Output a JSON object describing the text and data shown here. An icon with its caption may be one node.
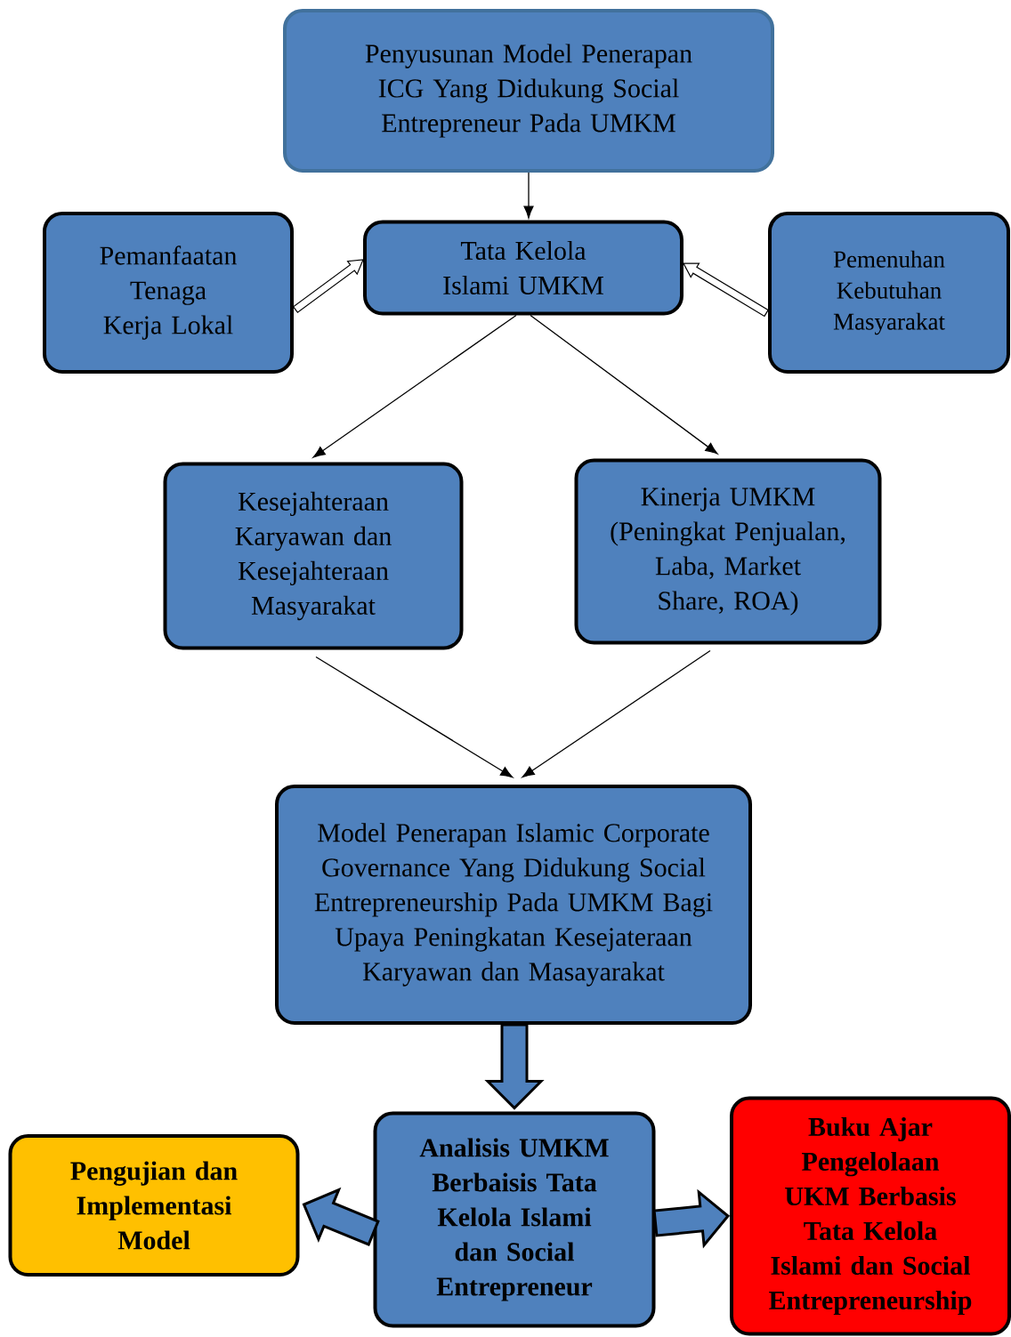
{
  "diagram": {
    "nodes": [
      {
        "text": [
          "Penyusunan Model Penerapan ICG Yang Didukung Social Entrepreneur Pada UMKM"
        ]
      },
      {
        "text": [
          "Pemanfaatan Tenaga Kerja Lokal"
        ]
      },
      {
        "text": [
          "Tata Kelola Islami UMKM"
        ]
      },
      {
        "text": [
          "Pemenuhan Kebutuhan Masyarakat"
        ]
      },
      {
        "text": [
          "Kesejahteraan Karyawan dan Kesejahteraan Masyarakat"
        ]
      },
      {
        "text": [
          "Kinerja UMKM (Peningkat Penjualan, Laba, Market Share, ROA)"
        ]
      },
      {
        "text": [
          "Model Penerapan Islamic Corporate Governance Yang Didukung Social Entrepreneurship Pada UMKM Bagi Upaya Peningkatan Kesejateraan Karyawan dan Masayarakat"
        ]
      },
      {
        "text": [
          "Pengujian dan Implementasi Model"
        ]
      },
      {
        "text": [
          "Analisis UMKM Berbaisis Tata Kelola Islami dan Social Entrepreneur"
        ]
      },
      {
        "text": [
          "Buku Ajar Pengelolaan UKM Berbasis Tata Kelola Islami dan Social Entrepreneurship"
        ]
      }
    ],
    "edges": [
      {
        "from": 0,
        "to": 2,
        "arrow": "to"
      },
      {
        "from": 1,
        "to": 2,
        "arrow": "to",
        "style": "thick"
      },
      {
        "from": 3,
        "to": 2,
        "arrow": "to",
        "style": "thick"
      },
      {
        "from": 2,
        "to": 4,
        "arrow": "to"
      },
      {
        "from": 2,
        "to": 5,
        "arrow": "to"
      },
      {
        "from": 4,
        "to": 6,
        "arrow": "to"
      },
      {
        "from": 5,
        "to": 6,
        "arrow": "to"
      },
      {
        "from": 6,
        "to": 8,
        "arrow": "to",
        "style": "thick",
        "color": "#4f81bd"
      },
      {
        "from": 8,
        "to": 7,
        "arrow": "to",
        "style": "thick",
        "color": "#4f81bd"
      },
      {
        "from": 8,
        "to": 9,
        "arrow": "to",
        "style": "thick",
        "color": "#4f81bd"
      }
    ]
  }
}
